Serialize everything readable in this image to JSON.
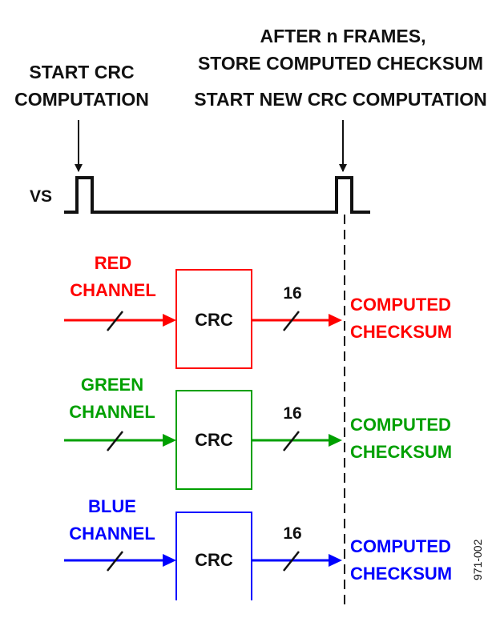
{
  "annotations": {
    "start_line1": "START CRC",
    "start_line2": "COMPUTATION",
    "after_line1": "AFTER n FRAMES,",
    "after_line2": "STORE COMPUTED CHECKSUM",
    "after_line3": "START NEW CRC COMPUTATION"
  },
  "signal": {
    "label": "VS"
  },
  "channels": [
    {
      "name_line1": "RED",
      "name_line2": "CHANNEL",
      "block": "CRC",
      "width": "16",
      "output_line1": "COMPUTED",
      "output_line2": "CHECKSUM",
      "color": "#ff0000"
    },
    {
      "name_line1": "GREEN",
      "name_line2": "CHANNEL",
      "block": "CRC",
      "width": "16",
      "output_line1": "COMPUTED",
      "output_line2": "CHECKSUM",
      "color": "#00a000"
    },
    {
      "name_line1": "BLUE",
      "name_line2": "CHANNEL",
      "block": "CRC",
      "width": "16",
      "output_line1": "COMPUTED",
      "output_line2": "CHECKSUM",
      "color": "#0000ff"
    }
  ],
  "figure_id": "971-002"
}
